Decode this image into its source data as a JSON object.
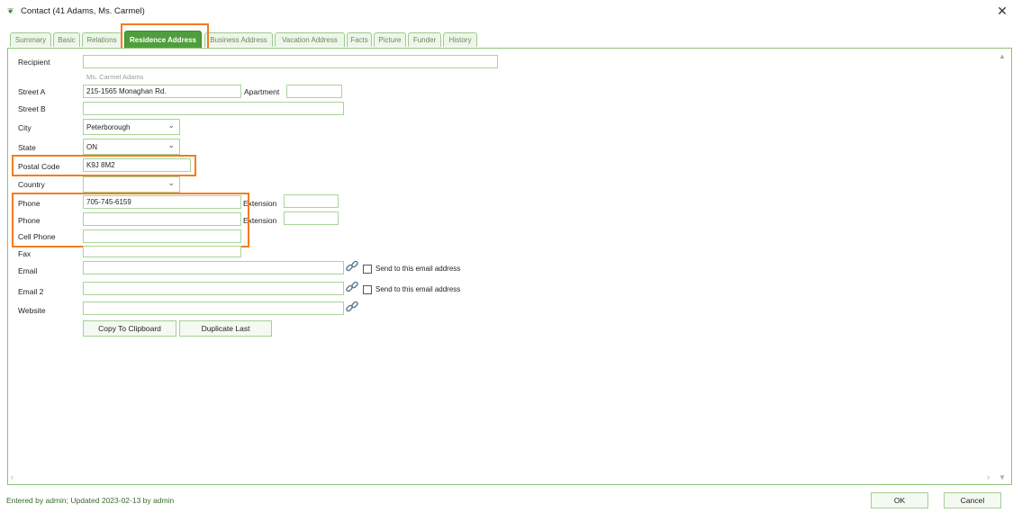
{
  "window": {
    "icon": "app-logo-icon",
    "title": "Contact (41   Adams, Ms. Carmel)",
    "close_glyph": "✕"
  },
  "tabs": [
    {
      "label": "Summary"
    },
    {
      "label": "Basic"
    },
    {
      "label": "Relations"
    },
    {
      "label": "Residence Address",
      "active": true
    },
    {
      "label": "Business Address"
    },
    {
      "label": "Vacation Address"
    },
    {
      "label": "Facts"
    },
    {
      "label": "Picture"
    },
    {
      "label": "Funder"
    },
    {
      "label": "History"
    }
  ],
  "form": {
    "recipient": {
      "label": "Recipient",
      "value": "",
      "hint": "Ms. Carmel Adams"
    },
    "street_a": {
      "label": "Street A",
      "value": "215-1565 Monaghan Rd."
    },
    "apartment": {
      "label": "Apartment",
      "value": ""
    },
    "street_b": {
      "label": "Street B",
      "value": ""
    },
    "city": {
      "label": "City",
      "value": "Peterborough"
    },
    "state": {
      "label": "State",
      "value": "ON"
    },
    "postal_code": {
      "label": "Postal Code",
      "value": "K9J 8M2"
    },
    "country": {
      "label": "Country",
      "value": ""
    },
    "phone1": {
      "label": "Phone",
      "value": "705-745-6159",
      "ext_label": "Extension",
      "ext_value": ""
    },
    "phone2": {
      "label": "Phone",
      "value": "",
      "ext_label": "Extension",
      "ext_value": ""
    },
    "cell_phone": {
      "label": "Cell Phone",
      "value": ""
    },
    "fax": {
      "label": "Fax",
      "value": ""
    },
    "email": {
      "label": "Email",
      "value": "",
      "send_label": "Send to this email address"
    },
    "email2": {
      "label": "Email 2",
      "value": "",
      "send_label": "Send to this email address"
    },
    "website": {
      "label": "Website",
      "value": ""
    }
  },
  "buttons": {
    "copy_to_clipboard": "Copy To Clipboard",
    "duplicate_last": "Duplicate Last",
    "ok": "OK",
    "cancel": "Cancel"
  },
  "status": {
    "text": "Entered by admin; Updated 2023-02-13 by admin"
  },
  "colors": {
    "accent": "#4f9e3c",
    "highlight": "#f47b20",
    "field_border": "#a7d59a"
  }
}
